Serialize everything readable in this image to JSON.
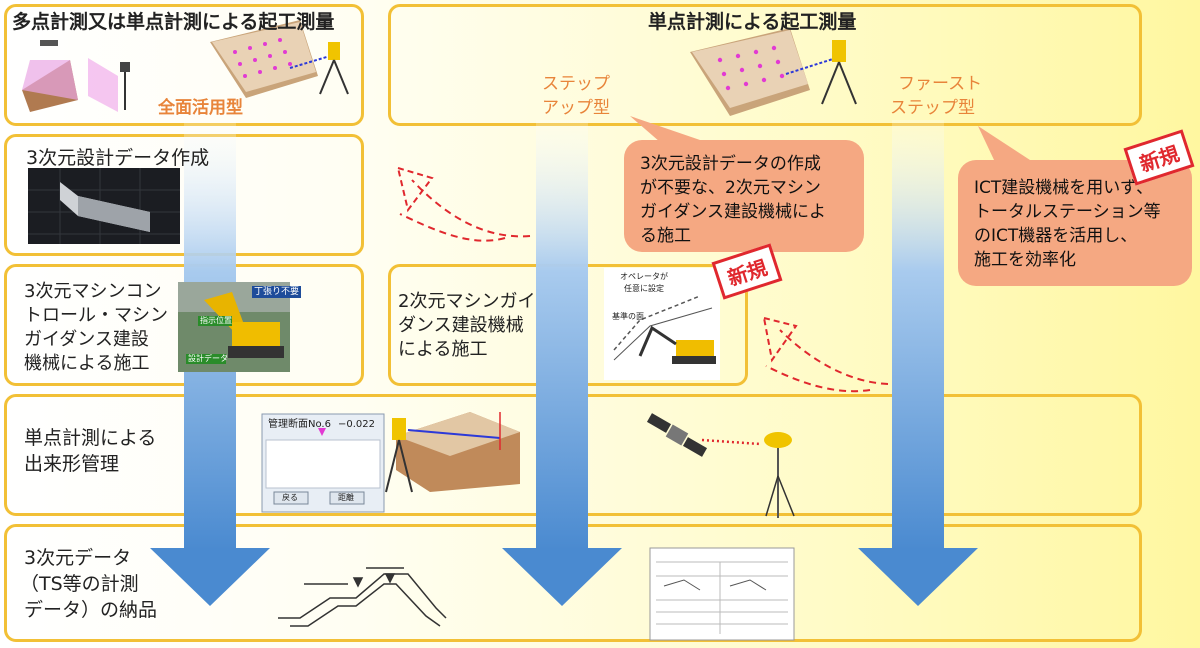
{
  "header_left": {
    "title": "多点計測又は単点計測による起工測量",
    "type_label": "全面活用型"
  },
  "header_right": {
    "title": "単点計測による起工測量",
    "step_up_label": [
      "ステップ",
      "アップ型"
    ],
    "first_step_label": [
      "ファースト",
      "ステップ型"
    ]
  },
  "rows": {
    "design_data": "3次元設計データ作成",
    "machine_3d": [
      "3次元マシンコン",
      "トロール・マシン",
      "ガイダンス建設",
      "機械による施工"
    ],
    "machine_2d": [
      "2次元マシンガイ",
      "ダンス建設機械",
      "による施工"
    ],
    "single_point": [
      "単点計測による",
      "出来形管理"
    ],
    "delivery": [
      "3次元データ",
      "（TS等の計測",
      "データ）の納品"
    ]
  },
  "callouts": {
    "step_up": [
      "3次元設計データの作成",
      "が不要な、2次元マシン",
      "ガイダンス建設機械によ",
      "る施工"
    ],
    "first_step": [
      "ICT建設機械を用いず、",
      "トータルステーション等",
      "のICT機器を活用し、",
      "施工を効率化"
    ]
  },
  "badges": {
    "new_1": "新規",
    "new_2": "新規"
  },
  "image_labels": {
    "excavator_tag1": "丁張り不要",
    "excavator_tag2": "指示位置",
    "excavator_tag3": "設計データ",
    "operator_note": [
      "オペレータが",
      "任意に設定"
    ],
    "reference": "基準の面",
    "panel_title": "管理断面No.6",
    "panel_value": "−0.022",
    "panel_btn1": "戻る",
    "panel_btn2": "距離"
  },
  "colors": {
    "border": "#f2c036",
    "arrow": "#5b9ad5",
    "callout": "#f5a882",
    "accent": "#e8843a",
    "new": "#e0282e"
  }
}
